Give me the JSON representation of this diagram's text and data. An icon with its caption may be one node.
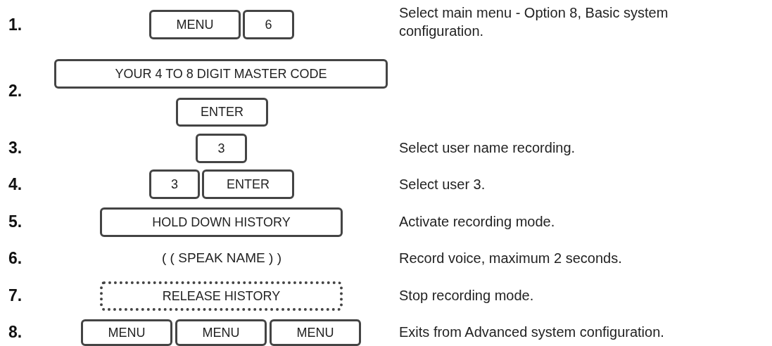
{
  "diagram": {
    "nodes": [
      {
        "text": [
          "MENU"
        ]
      },
      {
        "text": [
          "6"
        ]
      },
      {
        "text": [
          "YOUR 4 TO 8 DIGIT MASTER CODE"
        ]
      },
      {
        "text": [
          "ENTER"
        ]
      },
      {
        "text": [
          "3"
        ]
      },
      {
        "text": [
          "3"
        ]
      },
      {
        "text": [
          "ENTER"
        ]
      },
      {
        "text": [
          "HOLD DOWN HISTORY"
        ]
      },
      {
        "text": [
          "RELEASE HISTORY"
        ]
      },
      {
        "text": [
          "MENU"
        ]
      },
      {
        "text": [
          "MENU"
        ]
      },
      {
        "text": [
          "MENU"
        ]
      }
    ],
    "labels": [
      "1.",
      "Select main menu - Option 8, Basic system configuration.",
      "2.",
      "3.",
      "Select user name recording.",
      "4.",
      "Select user 3.",
      "5.",
      "Activate recording mode.",
      "6.",
      "( ( SPEAK NAME ) )",
      "Record voice, maximum 2 seconds.",
      "7.",
      "Stop recording mode.",
      "8.",
      "Exits from Advanced system configuration."
    ]
  }
}
